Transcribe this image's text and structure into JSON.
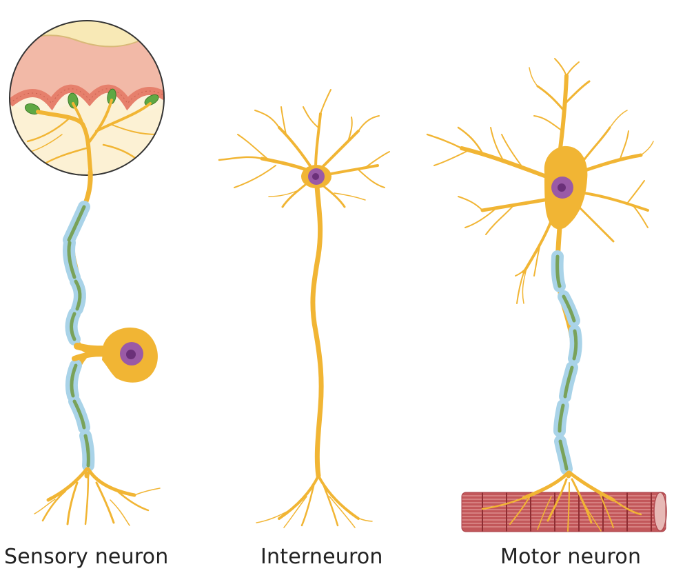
{
  "labels": {
    "sensory": "Sensory neuron",
    "interneuron": "Interneuron",
    "motor": "Motor neuron"
  },
  "colors": {
    "neuron": "#F1B534",
    "myelin": "#A9D3E8",
    "myelin_edge": "#7FB6D2",
    "axon_core": "#79A25A",
    "nucleus": "#9A5AA6",
    "nucleolus": "#6B3079",
    "skin_top": "#F6E6A7",
    "skin_epidermis": "#F2B7A6",
    "skin_basal": "#E97E6A",
    "receptor": "#5FA844",
    "dermis": "#FBF1D2",
    "muscle": "#B8494C",
    "muscle_stripe": "#E5A3A3"
  },
  "icons": {
    "skin_inset": "skin-cross-section",
    "muscle": "muscle-fiber"
  }
}
